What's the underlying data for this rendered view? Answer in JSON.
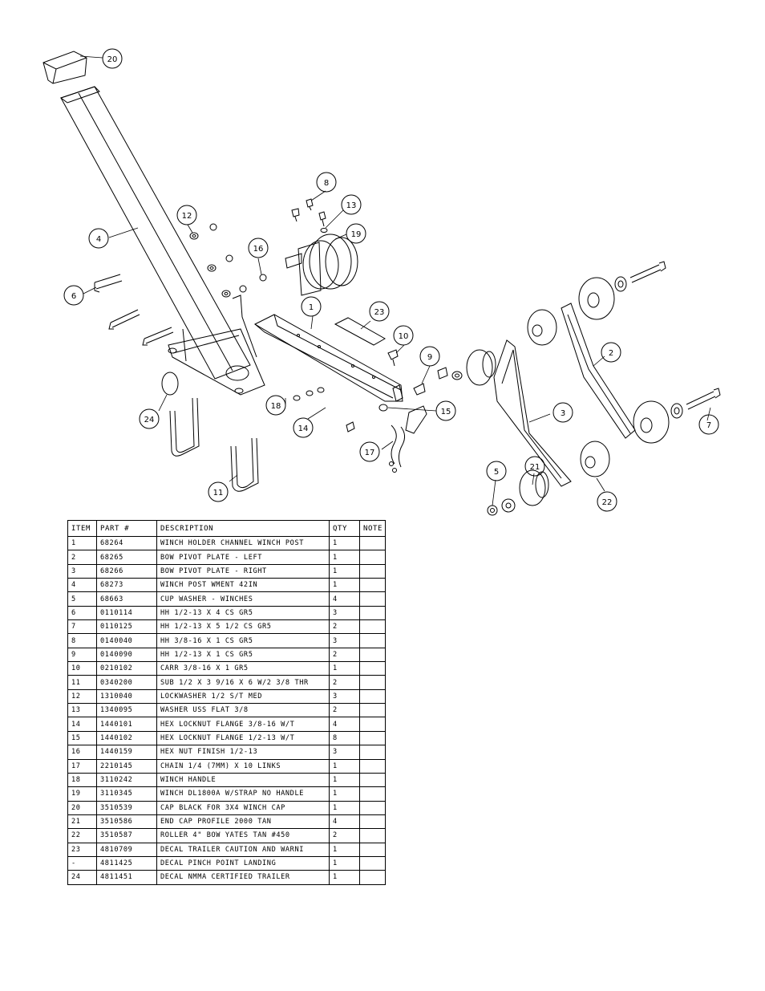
{
  "balloons": [
    "20",
    "4",
    "12",
    "6",
    "16",
    "8",
    "13",
    "19",
    "1",
    "23",
    "10",
    "9",
    "15",
    "18",
    "14",
    "17",
    "24",
    "11",
    "2",
    "3",
    "7",
    "5",
    "21",
    "22"
  ],
  "bom": {
    "headers": [
      "ITEM",
      "PART #",
      "DESCRIPTION",
      "QTY",
      "NOTE"
    ],
    "rows": [
      [
        "1",
        "68264",
        "WINCH HOLDER CHANNEL WINCH POST",
        "1",
        ""
      ],
      [
        "2",
        "68265",
        "BOW PIVOT PLATE - LEFT",
        "1",
        ""
      ],
      [
        "3",
        "68266",
        "BOW PIVOT PLATE - RIGHT",
        "1",
        ""
      ],
      [
        "4",
        "68273",
        "WINCH POST WMENT 42IN",
        "1",
        ""
      ],
      [
        "5",
        "68663",
        "CUP WASHER - WINCHES",
        "4",
        ""
      ],
      [
        "6",
        "0110114",
        "HH 1/2-13 X 4 CS GR5",
        "3",
        ""
      ],
      [
        "7",
        "0110125",
        "HH 1/2-13 X 5 1/2 CS GR5",
        "2",
        ""
      ],
      [
        "8",
        "0140040",
        "HH 3/8-16 X 1 CS GR5",
        "3",
        ""
      ],
      [
        "9",
        "0140090",
        "HH 1/2-13 X 1 CS GR5",
        "2",
        ""
      ],
      [
        "10",
        "0210102",
        "CARR 3/8-16 X 1 GR5",
        "1",
        ""
      ],
      [
        "11",
        "0340200",
        "SUB 1/2 X 3 9/16 X 6 W/2 3/8 THR",
        "2",
        ""
      ],
      [
        "12",
        "1310040",
        "LOCKWASHER 1/2 S/T MED",
        "3",
        ""
      ],
      [
        "13",
        "1340095",
        "WASHER USS FLAT 3/8",
        "2",
        ""
      ],
      [
        "14",
        "1440101",
        "HEX LOCKNUT FLANGE 3/8-16 W/T",
        "4",
        ""
      ],
      [
        "15",
        "1440102",
        "HEX LOCKNUT FLANGE 1/2-13 W/T",
        "8",
        ""
      ],
      [
        "16",
        "1440159",
        "HEX NUT FINISH 1/2-13",
        "3",
        ""
      ],
      [
        "17",
        "2210145",
        "CHAIN 1/4 (7MM) X 10 LINKS",
        "1",
        ""
      ],
      [
        "18",
        "3110242",
        "WINCH HANDLE",
        "1",
        ""
      ],
      [
        "19",
        "3110345",
        "WINCH DL1800A W/STRAP  NO HANDLE",
        "1",
        ""
      ],
      [
        "20",
        "3510539",
        "CAP BLACK FOR 3X4 WINCH CAP",
        "1",
        ""
      ],
      [
        "21",
        "3510586",
        "END CAP PROFILE 2000 TAN",
        "4",
        ""
      ],
      [
        "22",
        "3510587",
        "ROLLER 4\" BOW YATES TAN #450",
        "2",
        ""
      ],
      [
        "23",
        "4810709",
        "DECAL TRAILER CAUTION AND WARNI",
        "1",
        ""
      ],
      [
        "-",
        "4811425",
        "DECAL PINCH POINT LANDING",
        "1",
        ""
      ],
      [
        "24",
        "4811451",
        " DECAL NMMA CERTIFIED TRAILER",
        "1",
        ""
      ]
    ]
  }
}
